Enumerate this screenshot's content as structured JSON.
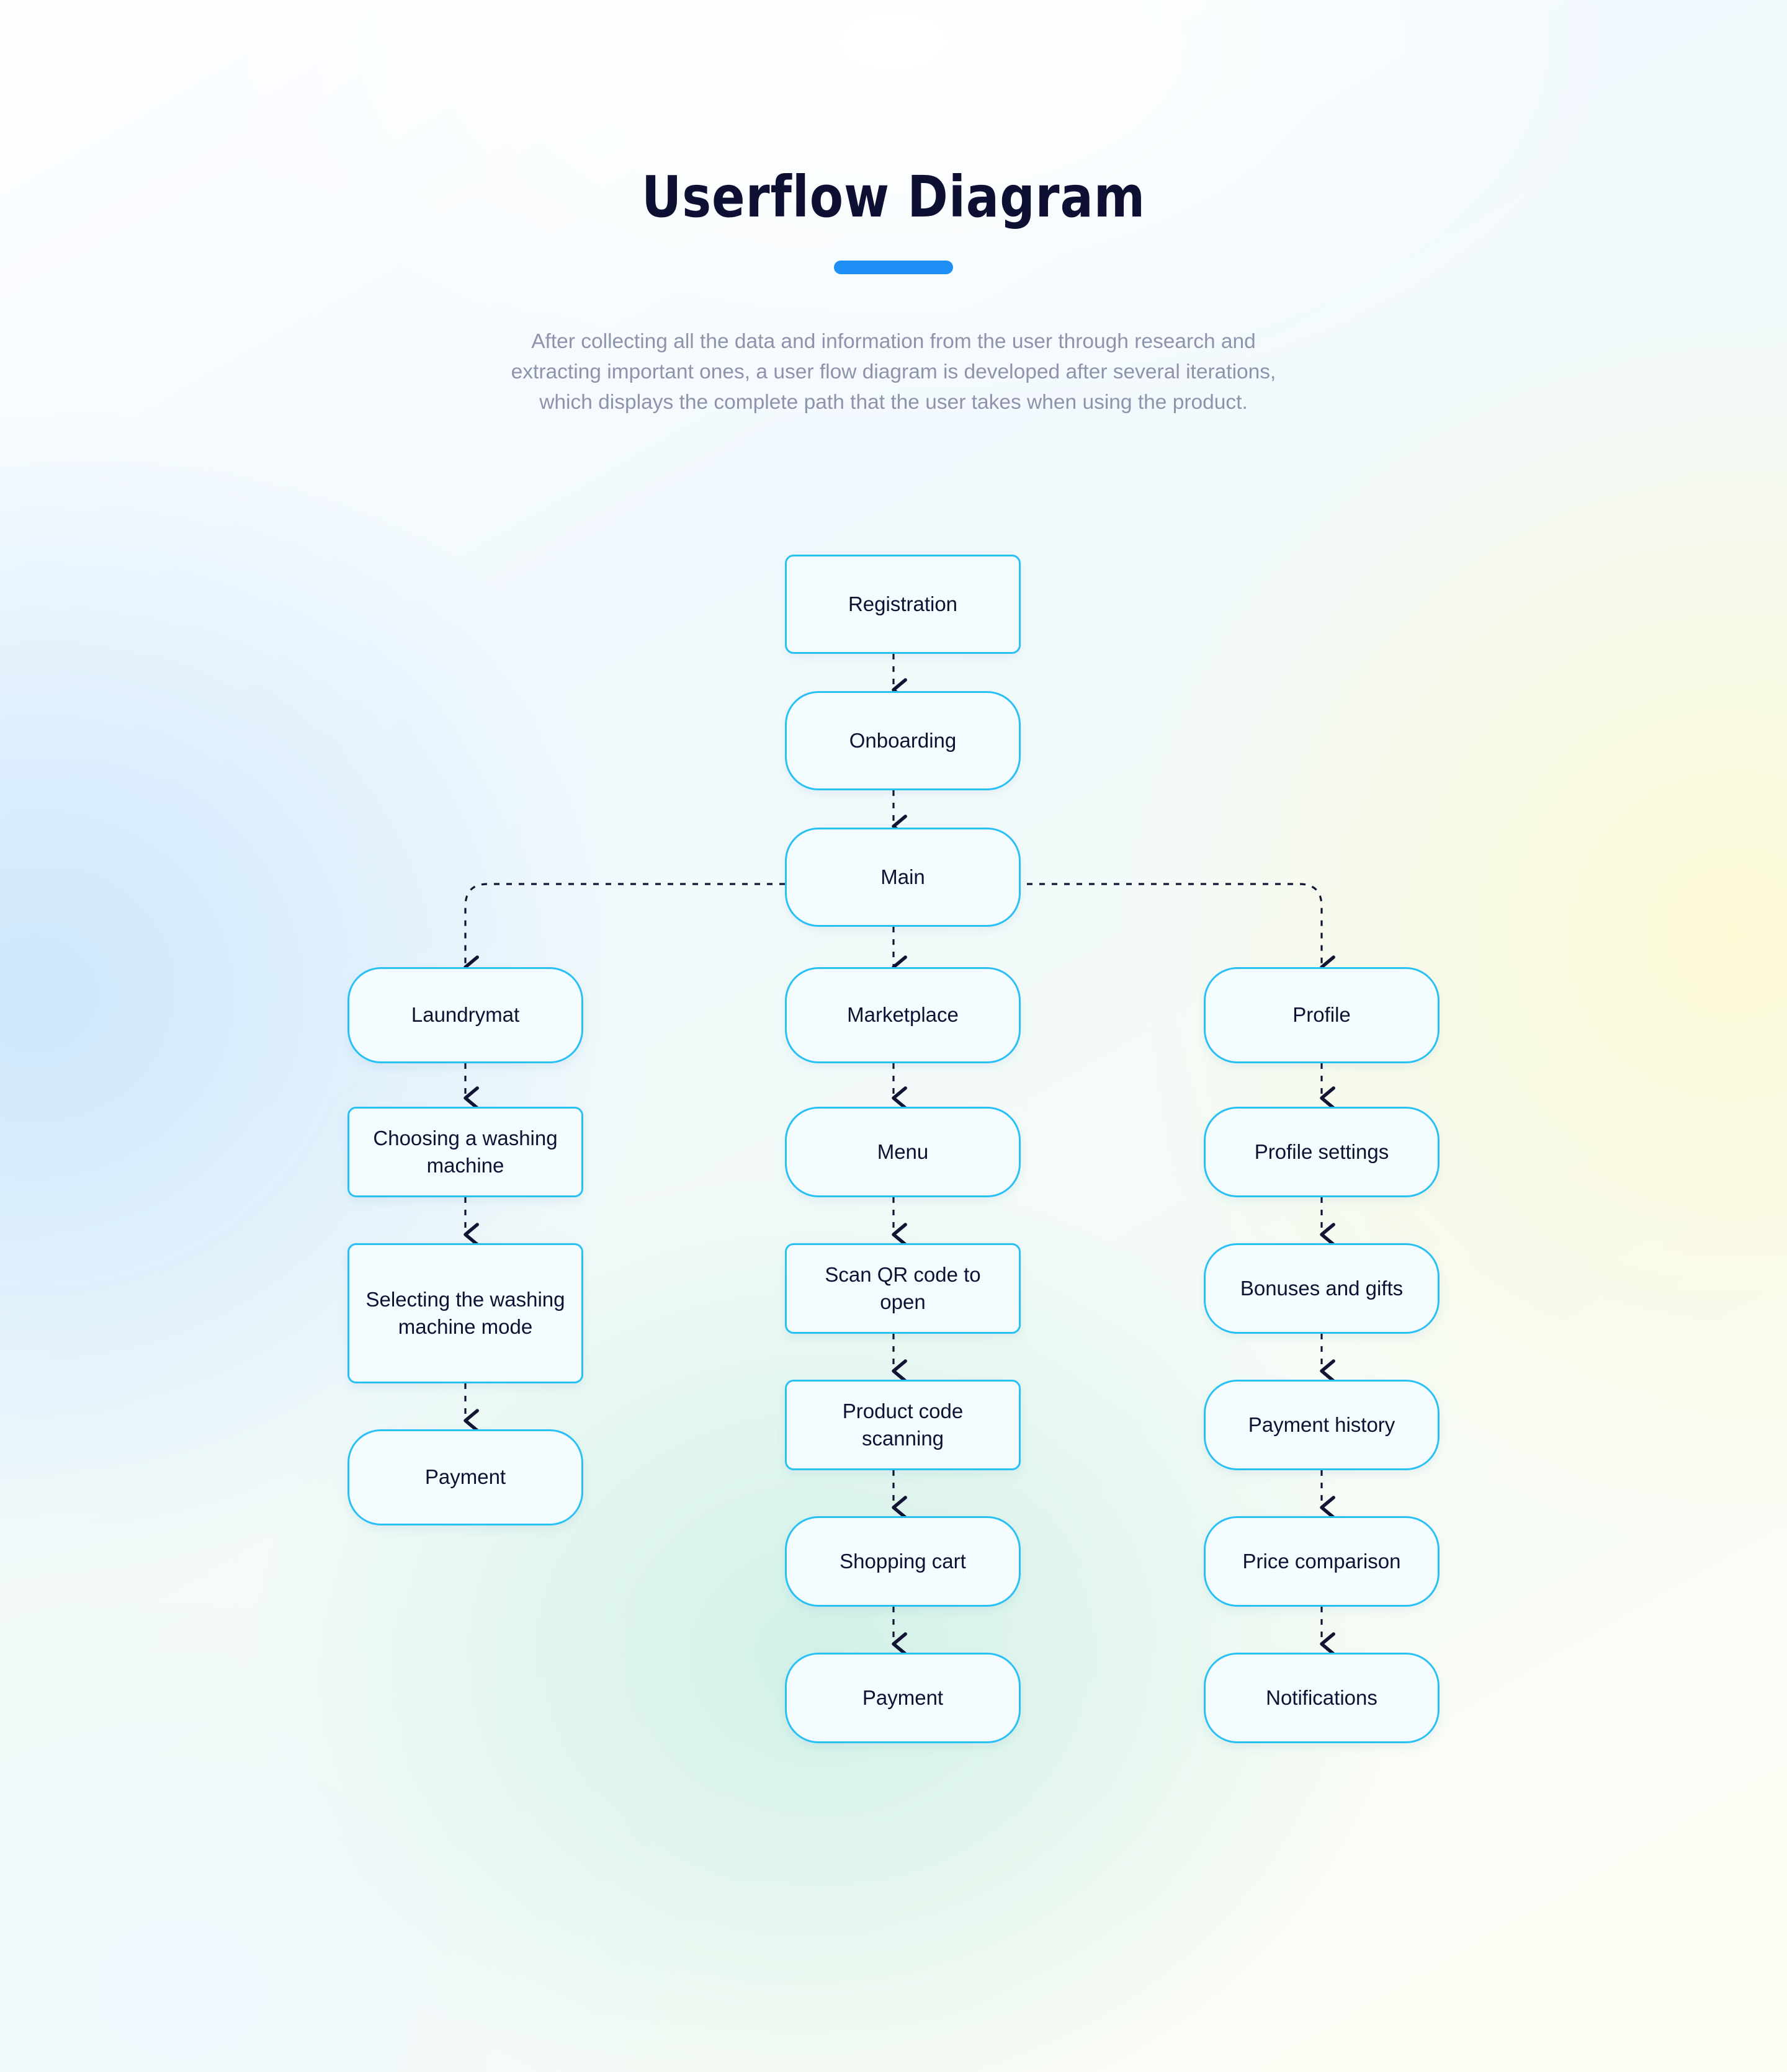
{
  "header": {
    "title": "Userflow Diagram",
    "paragraph": "After collecting all the data and information from the user through research and extracting important ones, a user flow diagram is developed after several iterations, which displays the complete path that the user takes when using the product.",
    "accent_color": "#1e90f5"
  },
  "theme": {
    "node_border": "#29c0f5",
    "node_fill": "#f5fcff",
    "node_text": "#0e1132",
    "edge_color": "#121433",
    "paragraph_color": "#8e93ab",
    "title_color": "#0d1033"
  },
  "diagram": {
    "type": "flowchart",
    "orientation": "top-down",
    "edge_style": "dotted-arrow",
    "nodes": [
      {
        "id": "registration",
        "label": "Registration",
        "column": "center",
        "shape": "rounded-small"
      },
      {
        "id": "onboarding",
        "label": "Onboarding",
        "column": "center",
        "shape": "rounded-pill"
      },
      {
        "id": "main",
        "label": "Main",
        "column": "center",
        "shape": "rounded-pill"
      },
      {
        "id": "laundrymat",
        "label": "Laundrymat",
        "column": "left",
        "shape": "rounded-pill"
      },
      {
        "id": "choosing",
        "label": "Choosing a washing machine",
        "column": "left",
        "shape": "rounded-small"
      },
      {
        "id": "selecting",
        "label": "Selecting the washing machine mode",
        "column": "left",
        "shape": "rounded-small"
      },
      {
        "id": "payment-left",
        "label": "Payment",
        "column": "left",
        "shape": "rounded-pill"
      },
      {
        "id": "marketplace",
        "label": "Marketplace",
        "column": "center",
        "shape": "rounded-pill"
      },
      {
        "id": "menu",
        "label": "Menu",
        "column": "center",
        "shape": "rounded-pill"
      },
      {
        "id": "scan-qr",
        "label": "Scan QR code to open",
        "column": "center",
        "shape": "rounded-small"
      },
      {
        "id": "product-code",
        "label": "Product code scanning",
        "column": "center",
        "shape": "rounded-small"
      },
      {
        "id": "shopping-cart",
        "label": "Shopping cart",
        "column": "center",
        "shape": "rounded-pill"
      },
      {
        "id": "payment-center",
        "label": "Payment",
        "column": "center",
        "shape": "rounded-pill"
      },
      {
        "id": "profile",
        "label": "Profile",
        "column": "right",
        "shape": "rounded-pill"
      },
      {
        "id": "profile-settings",
        "label": "Profile settings",
        "column": "right",
        "shape": "rounded-pill"
      },
      {
        "id": "bonuses",
        "label": "Bonuses and gifts",
        "column": "right",
        "shape": "rounded-pill"
      },
      {
        "id": "payment-history",
        "label": "Payment history",
        "column": "right",
        "shape": "rounded-pill"
      },
      {
        "id": "price-comparison",
        "label": "Price comparison",
        "column": "right",
        "shape": "rounded-pill"
      },
      {
        "id": "notifications",
        "label": "Notifications",
        "column": "right",
        "shape": "rounded-pill"
      }
    ],
    "edges": [
      {
        "from": "registration",
        "to": "onboarding"
      },
      {
        "from": "onboarding",
        "to": "main"
      },
      {
        "from": "main",
        "to": "laundrymat"
      },
      {
        "from": "main",
        "to": "marketplace"
      },
      {
        "from": "main",
        "to": "profile"
      },
      {
        "from": "laundrymat",
        "to": "choosing"
      },
      {
        "from": "choosing",
        "to": "selecting"
      },
      {
        "from": "selecting",
        "to": "payment-left"
      },
      {
        "from": "marketplace",
        "to": "menu"
      },
      {
        "from": "menu",
        "to": "scan-qr"
      },
      {
        "from": "scan-qr",
        "to": "product-code"
      },
      {
        "from": "product-code",
        "to": "shopping-cart"
      },
      {
        "from": "shopping-cart",
        "to": "payment-center"
      },
      {
        "from": "profile",
        "to": "profile-settings"
      },
      {
        "from": "profile-settings",
        "to": "bonuses"
      },
      {
        "from": "bonuses",
        "to": "payment-history"
      },
      {
        "from": "payment-history",
        "to": "price-comparison"
      },
      {
        "from": "price-comparison",
        "to": "notifications"
      }
    ]
  }
}
